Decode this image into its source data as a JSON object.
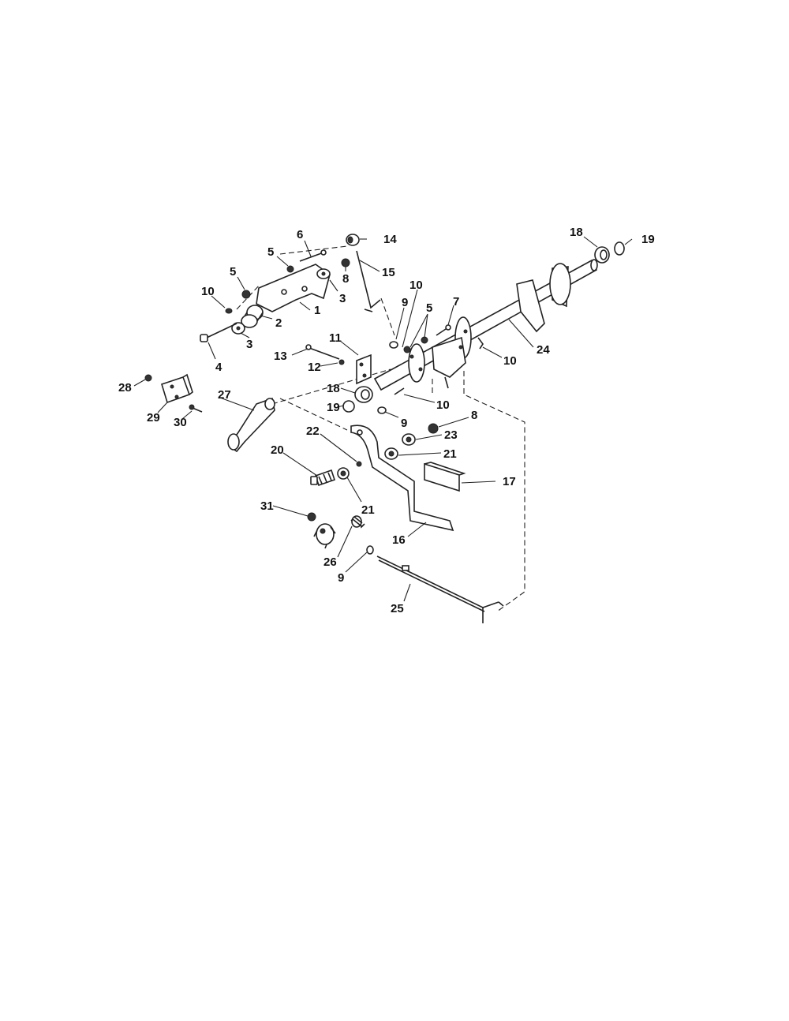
{
  "labels": {
    "l1": "1",
    "l2": "2",
    "l3a": "3",
    "l3b": "3",
    "l4": "4",
    "l5a": "5",
    "l5b": "5",
    "l5c": "5",
    "l6": "6",
    "l7": "7",
    "l8a": "8",
    "l8b": "8",
    "l9a": "9",
    "l9b": "9",
    "l9c": "9",
    "l10a": "10",
    "l10b": "10",
    "l10c": "10",
    "l10d": "10",
    "l11": "11",
    "l12": "12",
    "l13": "13",
    "l14": "14",
    "l15": "15",
    "l16": "16",
    "l17": "17",
    "l18a": "18",
    "l18b": "18",
    "l19a": "19",
    "l19b": "19",
    "l20": "20",
    "l21a": "21",
    "l21b": "21",
    "l22": "22",
    "l23": "23",
    "l24": "24",
    "l25": "25",
    "l26": "26",
    "l27": "27",
    "l28": "28",
    "l29": "29",
    "l30": "30",
    "l31": "31"
  }
}
